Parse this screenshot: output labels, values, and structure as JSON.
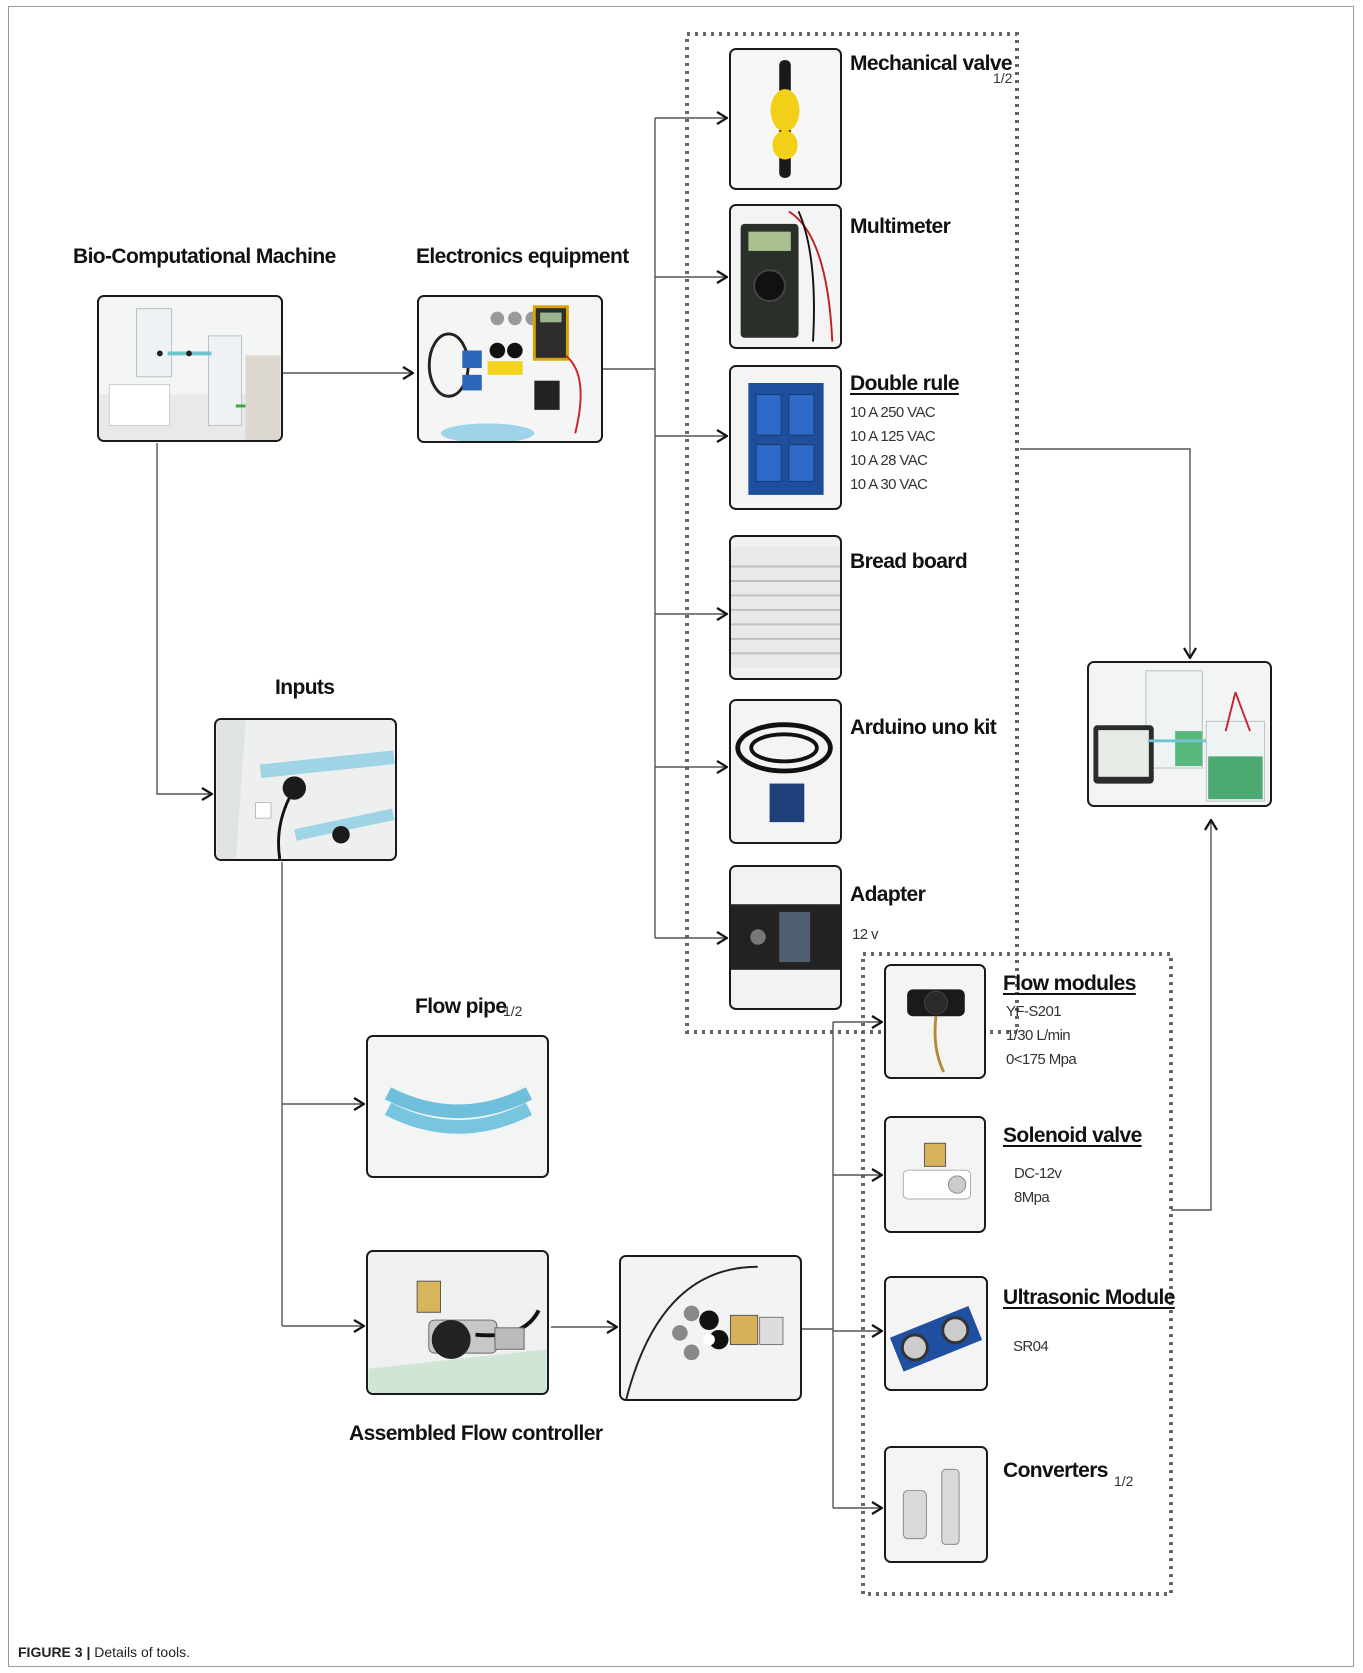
{
  "caption": {
    "figure_no": "FIGURE 3 |",
    "text": "Details of tools."
  },
  "nodes": {
    "bio_machine": {
      "label": "Bio-Computational Machine"
    },
    "electronics": {
      "label": "Electronics equipment"
    },
    "inputs": {
      "label": "Inputs"
    },
    "flow_pipe": {
      "label": "Flow pipe",
      "ratio": "1/2"
    },
    "assembled": {
      "label": "Assembled Flow controller"
    },
    "mechanical_valve": {
      "label": "Mechanical valve",
      "ratio": "1/2"
    },
    "multimeter": {
      "label": "Multimeter"
    },
    "double_rule": {
      "label": "Double rule",
      "specs": [
        "10 A  250 VAC",
        "10 A  125 VAC",
        "10 A   28  VAC",
        "10 A   30  VAC"
      ]
    },
    "bread_board": {
      "label": "Bread board"
    },
    "arduino": {
      "label": "Arduino uno kit"
    },
    "adapter": {
      "label": "Adapter",
      "specs": [
        "12 v"
      ]
    },
    "flow_modules": {
      "label": "Flow modules",
      "specs": [
        "YF-S201",
        "1/30 L/min",
        "0<175 Mpa"
      ]
    },
    "solenoid": {
      "label": "Solenoid valve",
      "specs": [
        "DC-12v",
        "8Mpa"
      ]
    },
    "ultrasonic": {
      "label": "Ultrasonic Module",
      "specs": [
        "SR04"
      ]
    },
    "converters": {
      "label": "Converters",
      "ratio": "1/2"
    }
  }
}
